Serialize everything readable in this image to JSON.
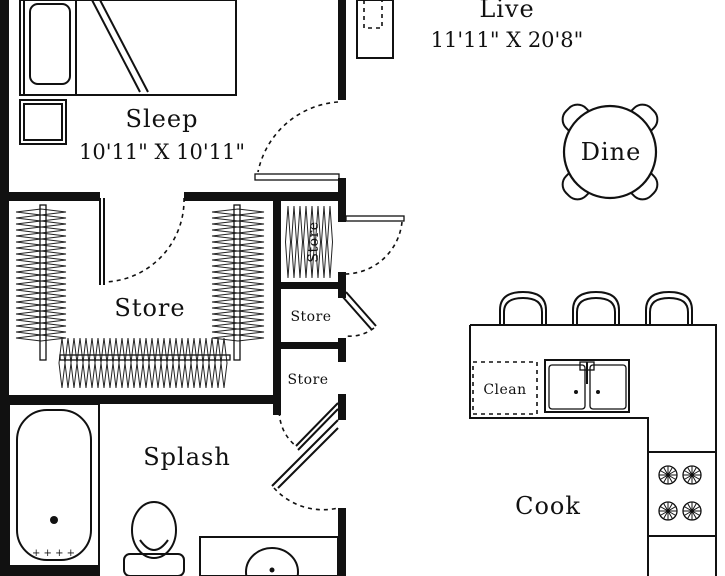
{
  "rooms": {
    "live": {
      "name": "Live",
      "size": "11'11\" X 20'8\""
    },
    "sleep": {
      "name": "Sleep",
      "size": "10'11\" X 10'11\""
    },
    "dine": {
      "name": "Dine"
    },
    "store_closet": {
      "name": "Store"
    },
    "store_small_1": {
      "name": "Store"
    },
    "store_small_2": {
      "name": "Store"
    },
    "store_small_3": {
      "name": "Store"
    },
    "splash": {
      "name": "Splash"
    },
    "cook": {
      "name": "Cook"
    },
    "clean": {
      "name": "Clean"
    }
  },
  "colors": {
    "ink": "#111111",
    "background": "#ffffff"
  }
}
